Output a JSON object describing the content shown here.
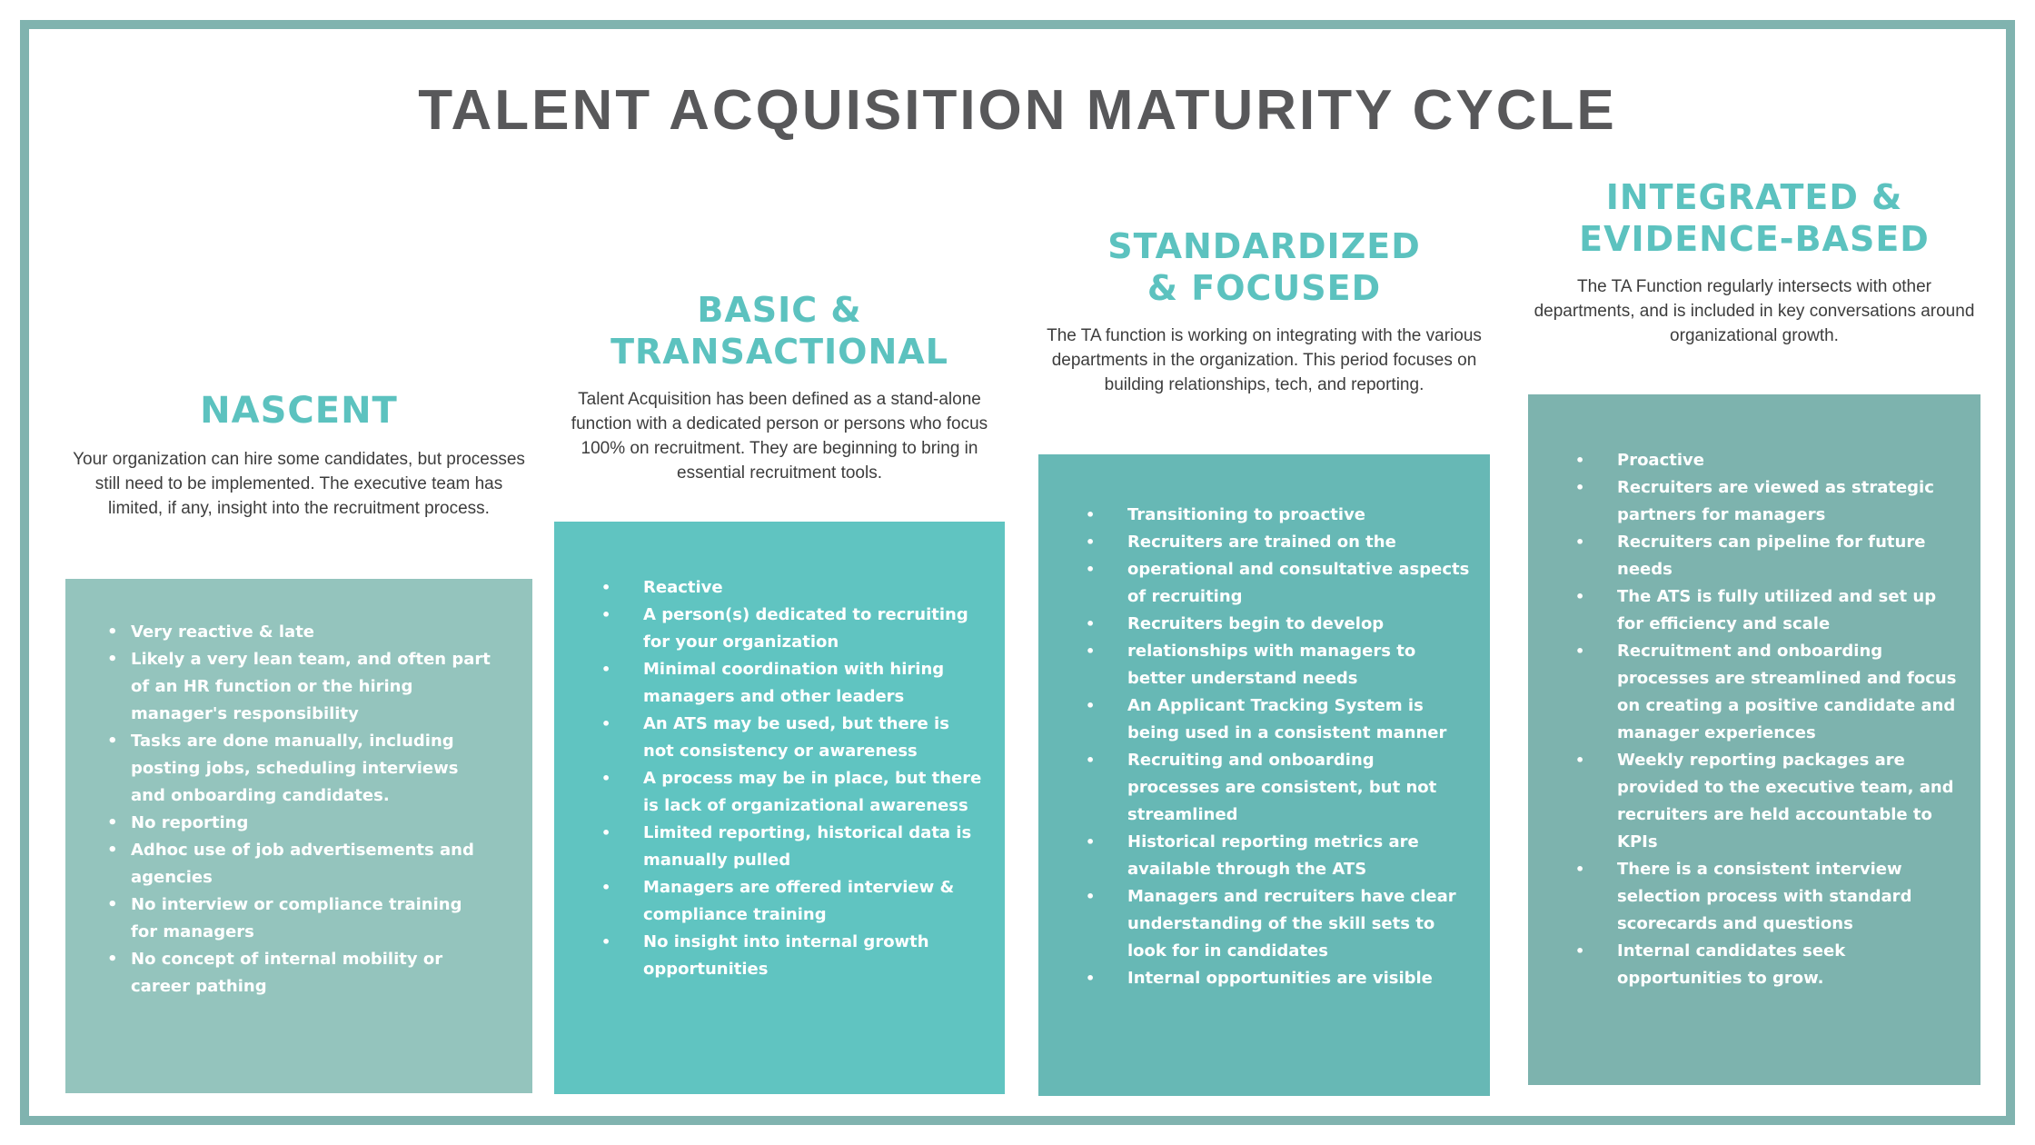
{
  "title": "TALENT ACQUISITION MATURITY CYCLE",
  "colors": {
    "frame": "#80b3af",
    "heading": "#5cc2bf",
    "title_text": "#58585a",
    "body_text": "#3d3d3d",
    "bullet_text": "#ffffff",
    "box_nascent": "#94c4bd",
    "box_basic": "#60c4c1",
    "box_standardized": "#67b8b5",
    "box_integrated": "#7db3ae"
  },
  "columns": [
    {
      "title": "NASCENT",
      "description": "Your organization can hire some candidates, but processes still need to be implemented. The executive team has limited, if any, insight into the recruitment process.",
      "box_color": "#94c4bd",
      "bullets": [
        "Very reactive & late",
        "Likely a very lean team, and often part of an HR function or the hiring manager's responsibility",
        "Tasks are done manually, including posting jobs, scheduling interviews and onboarding candidates.",
        "No reporting",
        "Adhoc use of job advertisements and agencies",
        "No interview or compliance training for managers",
        "No concept of internal mobility or career pathing"
      ]
    },
    {
      "title": "BASIC &\nTRANSACTIONAL",
      "description": "Talent Acquisition has been defined as a stand-alone function with a dedicated person or persons who focus 100% on recruitment. They are beginning to bring in essential recruitment tools.",
      "box_color": "#60c4c1",
      "bullets": [
        "Reactive",
        "A person(s) dedicated to recruiting for your organization",
        "Minimal coordination with hiring managers and other leaders",
        "An ATS may be used, but there is not consistency or awareness",
        "A process may be in place, but there is lack of organizational awareness",
        "Limited reporting, historical data is manually pulled",
        "Managers are offered interview & compliance training",
        "No insight into internal growth opportunities"
      ]
    },
    {
      "title": "STANDARDIZED\n& FOCUSED",
      "description": "The TA function is working on integrating with the various departments in the organization. This period focuses on building relationships, tech, and reporting.",
      "box_color": "#67b8b5",
      "bullets": [
        "Transitioning to proactive",
        "Recruiters are trained on the",
        "operational and consultative aspects of recruiting",
        "Recruiters begin to develop",
        "relationships with managers to better understand needs",
        "An Applicant Tracking System is being used in a consistent manner",
        "Recruiting and onboarding processes are consistent, but not streamlined",
        "Historical reporting metrics are available through the ATS",
        "Managers and recruiters have clear understanding of the skill sets to look for in candidates",
        "Internal opportunities are visible"
      ]
    },
    {
      "title": "INTEGRATED &\nEVIDENCE-BASED",
      "description": "The TA Function regularly intersects with other departments, and is included in key conversations around organizational growth.",
      "box_color": "#7db3ae",
      "bullets": [
        "Proactive",
        "Recruiters are viewed as strategic partners for managers",
        "Recruiters can pipeline for future needs",
        "The ATS is fully utilized and set up for efficiency and scale",
        "Recruitment and onboarding processes are streamlined and focus on creating a positive candidate and manager experiences",
        "Weekly reporting packages are provided to the executive team, and recruiters are held accountable to KPIs",
        "There is a consistent interview selection process with standard scorecards and questions",
        "Internal candidates seek opportunities to grow."
      ]
    }
  ]
}
